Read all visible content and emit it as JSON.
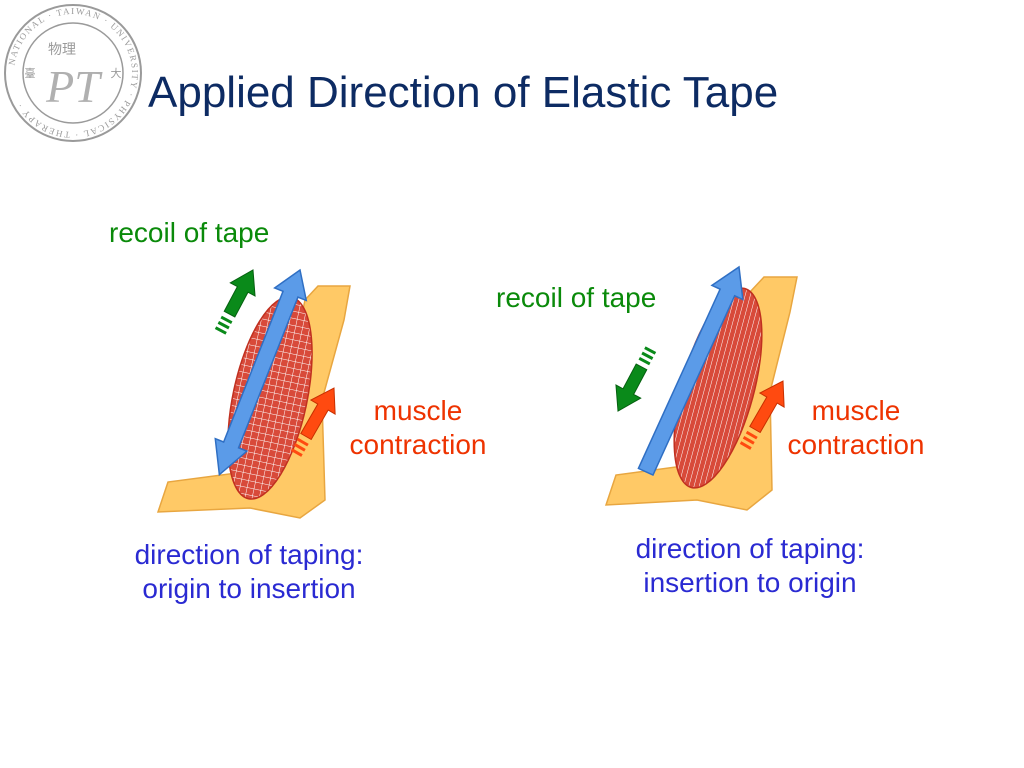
{
  "slide": {
    "title": "Applied Direction of Elastic Tape"
  },
  "logo": {
    "ring_text": "NATIONAL TAIWAN UNIVERSITY PHYSICAL THERAPY",
    "monogram": "PT"
  },
  "panels": [
    {
      "recoil_label": "recoil of tape",
      "muscle_label_line1": "muscle",
      "muscle_label_line2": "contraction",
      "taping_line1": "direction of taping:",
      "taping_line2": "origin to insertion"
    },
    {
      "recoil_label": "recoil of tape",
      "muscle_label_line1": "muscle",
      "muscle_label_line2": "contraction",
      "taping_line1": "direction of taping:",
      "taping_line2": "insertion to origin"
    }
  ],
  "colors": {
    "bone": "#ffc966",
    "bone_stroke": "#e8a640",
    "muscle": "#d84a3a",
    "tape": "#5b9be8",
    "tape_stroke": "#2f6fc4",
    "recoil_arrow": "#0a8a1a",
    "contraction_arrow": "#ff4a10",
    "title": "#0d2b63"
  }
}
